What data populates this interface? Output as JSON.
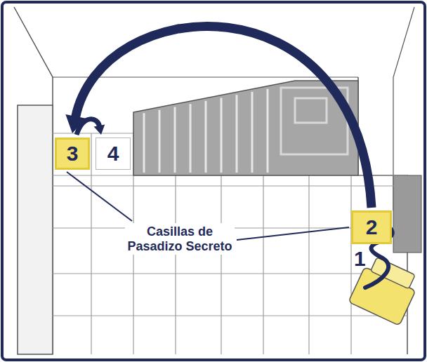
{
  "diagram": {
    "nodes": [
      {
        "text": [
          "2"
        ]
      },
      {
        "text": [
          "3"
        ]
      },
      {
        "text": [
          "4"
        ]
      }
    ],
    "edges": [
      {
        "from": 0,
        "to": 1,
        "arrow": "to"
      },
      {
        "from": 1,
        "to": 2,
        "arrow": "to"
      }
    ],
    "labels": [
      "1",
      "Casillas de Pasadizo Secreto"
    ]
  }
}
